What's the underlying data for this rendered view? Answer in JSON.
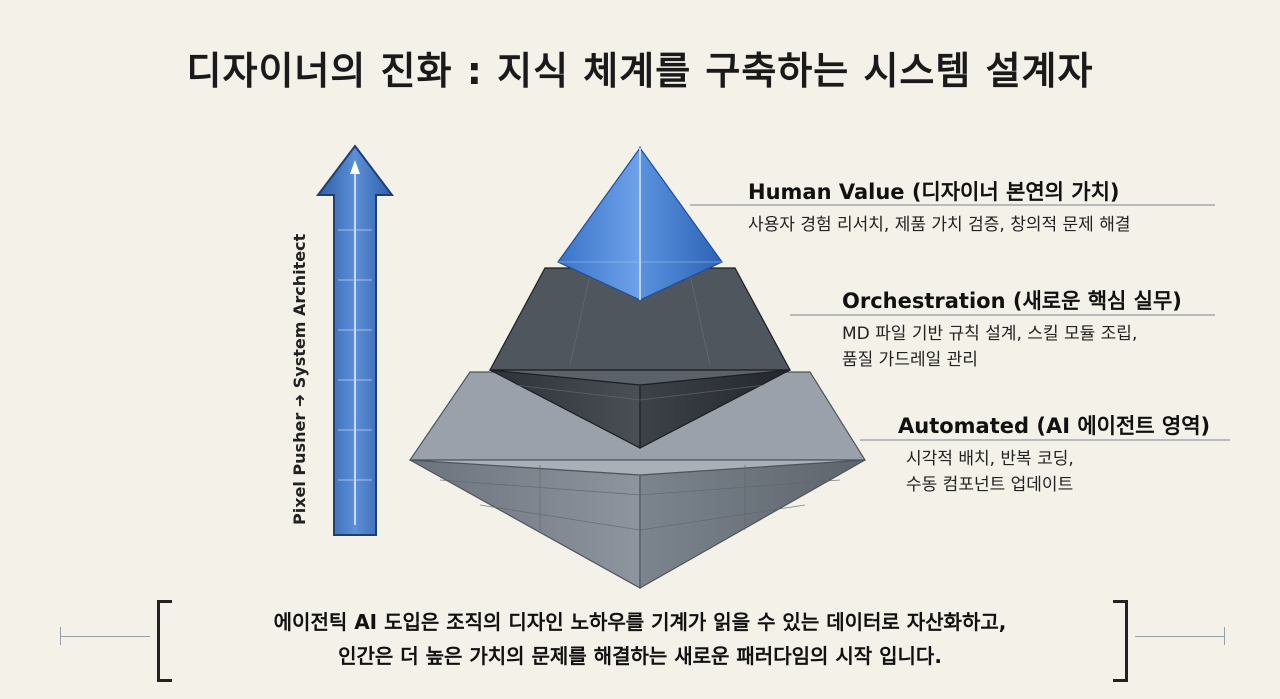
{
  "title": "디자이너의 진화 : 지식 체계를 구축하는 시스템 설계자",
  "axis_label": "Pixel Pusher ➜ System Architect",
  "tiers": [
    {
      "heading": "Human Value (디자이너 본연의 가치)",
      "description": [
        "사용자 경험 리서치, 제품 가치 검증, 창의적 문제 해결"
      ],
      "color": "#4a86d6"
    },
    {
      "heading": "Orchestration (새로운 핵심 실무)",
      "description": [
        "MD 파일 기반 규칙 설계, 스킬 모듈 조립,",
        "품질 가드레일 관리"
      ],
      "color": "#3b4047"
    },
    {
      "heading": "Automated (AI 에이전트 영역)",
      "description": [
        "시각적 배치, 반복 코딩,",
        "수동 컴포넌트 업데이트"
      ],
      "color": "#8a929c"
    }
  ],
  "bottom_text": [
    "에이전틱 AI 도입은 조직의 디자인 노하우를 기계가 읽을 수 있는 데이터로 자산화하고,",
    "인간은 더 높은 가치의 문제를 해결하는 새로운 패러다임의 시작 입니다."
  ]
}
